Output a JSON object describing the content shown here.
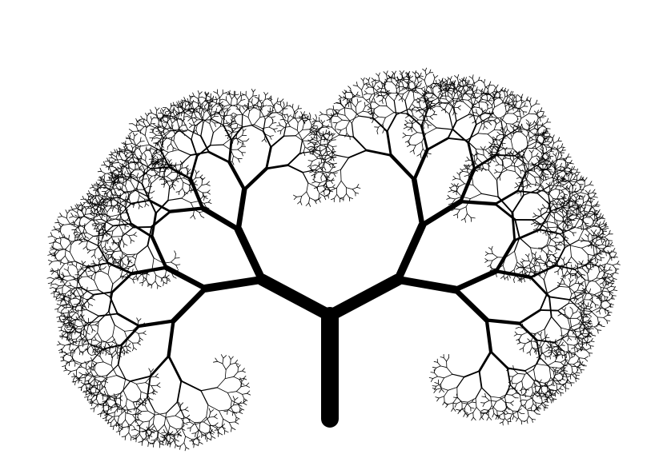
{
  "image": {
    "subject": "fractal-tree",
    "background_color": "#ffffff",
    "stroke_color": "#000000"
  },
  "fractal": {
    "recursion_depth": 12,
    "branch_count_per_node": 2,
    "branch_style": "black-line-art",
    "symmetry": "bilateral"
  }
}
